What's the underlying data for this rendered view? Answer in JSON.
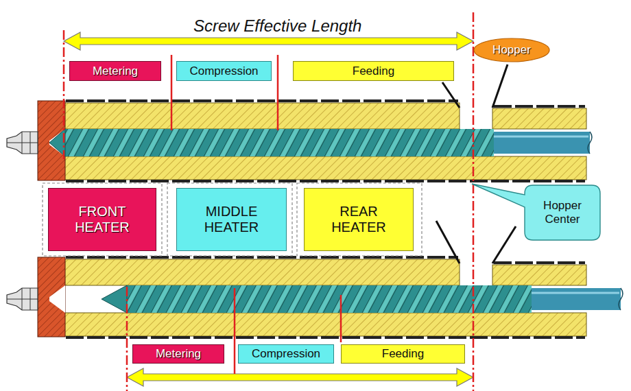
{
  "diagram": {
    "nodes": [
      {
        "text": [
          "Hopper"
        ]
      },
      {
        "text": [
          "Metering"
        ]
      },
      {
        "text": [
          "Compression"
        ]
      },
      {
        "text": [
          "Feeding"
        ]
      },
      {
        "text": [
          "FRONT HEATER"
        ]
      },
      {
        "text": [
          "MIDDLE HEATER"
        ]
      },
      {
        "text": [
          "REAR HEATER"
        ]
      },
      {
        "text": [
          "Hopper Center"
        ]
      },
      {
        "text": [
          "Metering"
        ]
      },
      {
        "text": [
          "Compression"
        ]
      },
      {
        "text": [
          "Feeding"
        ]
      }
    ],
    "labels": [
      "Screw Effective Length"
    ]
  }
}
